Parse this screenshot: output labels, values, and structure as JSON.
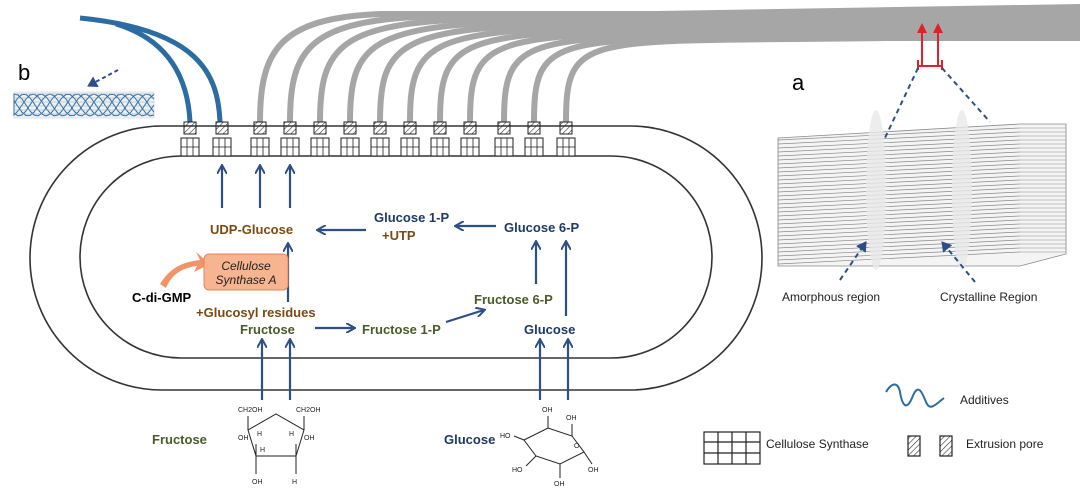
{
  "panel_labels": {
    "a": "a",
    "b": "b"
  },
  "pathway": {
    "udp_glucose": "UDP-Glucose",
    "glucose_1p": "Glucose 1-P",
    "utp": "+UTP",
    "glucose_6p": "Glucose 6-P",
    "fructose_6p": "Fructose 6-P",
    "glucose_inner": "Glucose",
    "glucosyl_residues": "+Glucosyl residues",
    "fructose_inner": "Fructose",
    "fructose_1p": "Fructose 1-P",
    "c_di_gmp": "C-di-GMP",
    "cellulose_synthase_a_line1": "Cellulose",
    "cellulose_synthase_a_line2": "Synthase A"
  },
  "substrates": {
    "fructose": "Fructose",
    "glucose": "Glucose"
  },
  "fructose_structure": [
    "CH2OH",
    "CH2OH",
    "H",
    "H",
    "OH",
    "OH",
    "H",
    "OH",
    "H"
  ],
  "glucose_structure": [
    "OH",
    "OH",
    "OH",
    "OH",
    "HO",
    "HO",
    "O"
  ],
  "fiber_panel": {
    "amorphous": "Amorphous region",
    "crystalline": "Crystalline Region"
  },
  "legend": {
    "additives": "Additives",
    "cellulose_synthase": "Cellulose Synthase",
    "extrusion_pore": "Extrusion pore"
  },
  "colors": {
    "navy": "#1f3864",
    "arrow_blue": "#2e4f86",
    "brown": "#7b4a12",
    "olive": "#4a5a2a",
    "orange": "#f0956a",
    "fiber_gray": "#a6a6a6",
    "additive_blue": "#2b6ca3",
    "red": "#e0202a"
  }
}
